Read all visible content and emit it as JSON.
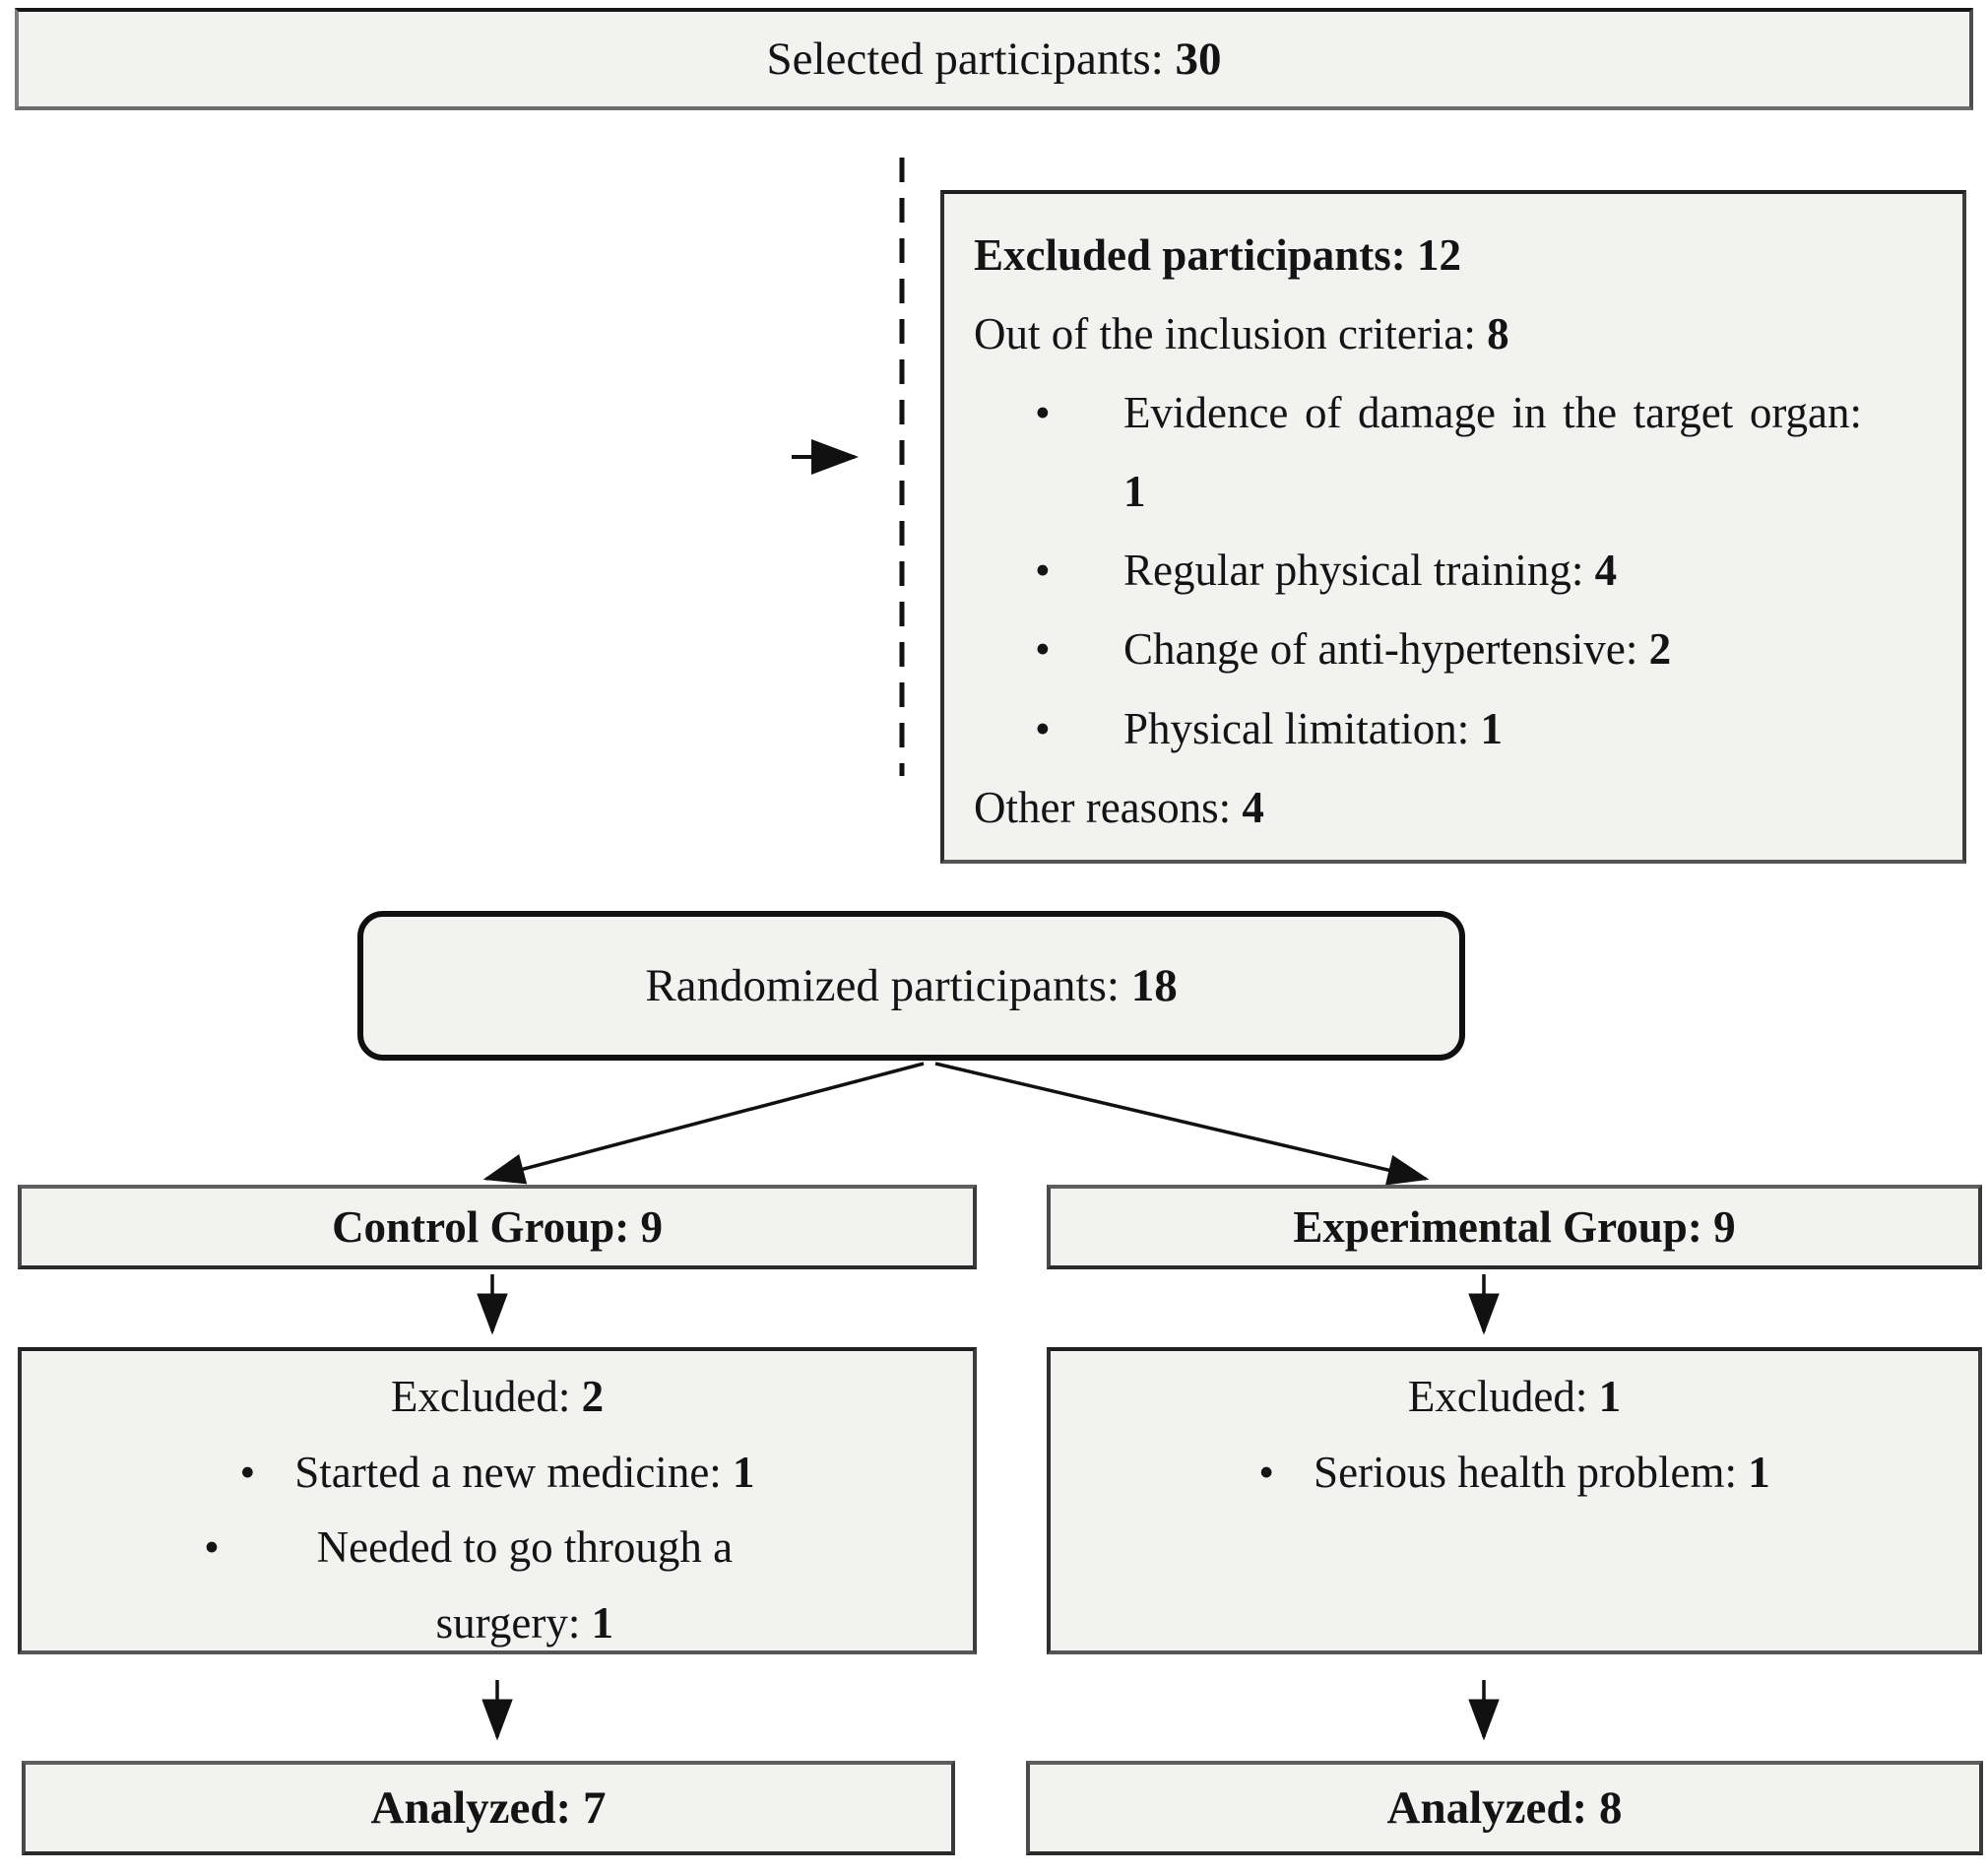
{
  "flow": {
    "selected": {
      "label": "Selected participants: ",
      "value": "30"
    },
    "exclusion": {
      "title_label": "Excluded participants: ",
      "title_value": "12",
      "criteria_label": "Out of the inclusion criteria: ",
      "criteria_value": "8",
      "bullets": [
        {
          "label": "Evidence of damage in the target organ: ",
          "value": "1"
        },
        {
          "label": "Regular physical training: ",
          "value": "4"
        },
        {
          "label": "Change of anti-hypertensive: ",
          "value": "2"
        },
        {
          "label": "Physical limitation: ",
          "value": "1"
        }
      ],
      "other_label": "Other reasons: ",
      "other_value": "4"
    },
    "randomized": {
      "label": "Randomized participants: ",
      "value": "18"
    },
    "control": {
      "title_label": "Control Group: ",
      "title_value": "9",
      "excluded_label": "Excluded: ",
      "excluded_value": "2",
      "bullets": [
        {
          "label": "Started a new medicine: ",
          "value": "1"
        },
        {
          "label": "Needed to go through a surgery: ",
          "value": "1"
        }
      ],
      "analyzed_label": "Analyzed: ",
      "analyzed_value": "7"
    },
    "experimental": {
      "title_label": "Experimental Group: ",
      "title_value": "9",
      "excluded_label": "Excluded: ",
      "excluded_value": "1",
      "bullets": [
        {
          "label": "Serious health problem: ",
          "value": "1"
        }
      ],
      "analyzed_label": "Analyzed: ",
      "analyzed_value": "8"
    },
    "colors": {
      "box_fill": "#f2f2f1",
      "box_border": "#383838",
      "connector": "#111111",
      "text": "#141414"
    }
  }
}
